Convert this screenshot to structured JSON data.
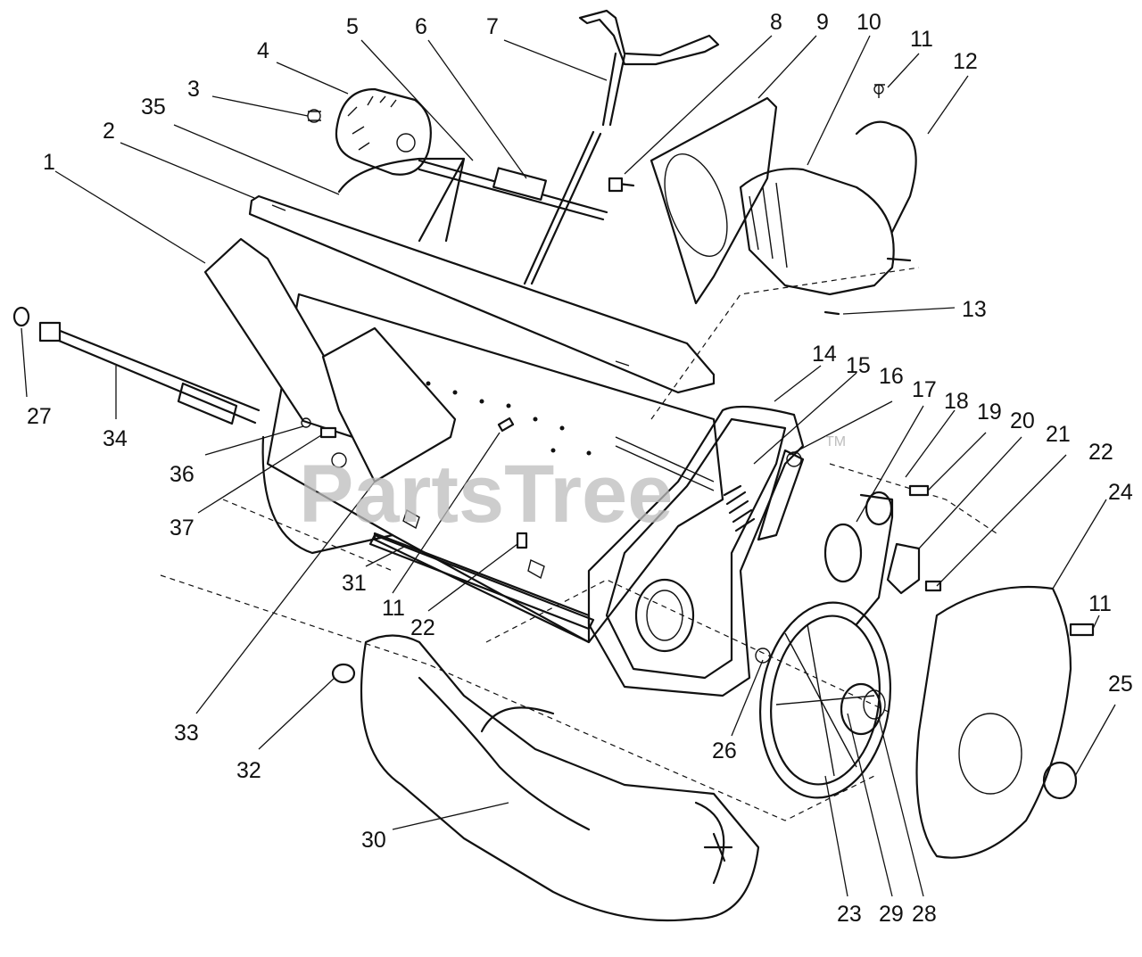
{
  "watermark": {
    "text": "PartsTree",
    "trademark": "TM"
  },
  "callouts": [
    {
      "id": "c1",
      "label": "1"
    },
    {
      "id": "c2",
      "label": "2"
    },
    {
      "id": "c3",
      "label": "3"
    },
    {
      "id": "c4",
      "label": "4"
    },
    {
      "id": "c5",
      "label": "5"
    },
    {
      "id": "c6",
      "label": "6"
    },
    {
      "id": "c7",
      "label": "7"
    },
    {
      "id": "c8",
      "label": "8"
    },
    {
      "id": "c9",
      "label": "9"
    },
    {
      "id": "c10",
      "label": "10"
    },
    {
      "id": "c11a",
      "label": "11"
    },
    {
      "id": "c12",
      "label": "12"
    },
    {
      "id": "c35",
      "label": "35"
    },
    {
      "id": "c13",
      "label": "13"
    },
    {
      "id": "c14",
      "label": "14"
    },
    {
      "id": "c15",
      "label": "15"
    },
    {
      "id": "c16",
      "label": "16"
    },
    {
      "id": "c17",
      "label": "17"
    },
    {
      "id": "c18",
      "label": "18"
    },
    {
      "id": "c19",
      "label": "19"
    },
    {
      "id": "c20",
      "label": "20"
    },
    {
      "id": "c21",
      "label": "21"
    },
    {
      "id": "c22a",
      "label": "22"
    },
    {
      "id": "c24",
      "label": "24"
    },
    {
      "id": "c11b",
      "label": "11"
    },
    {
      "id": "c25",
      "label": "25"
    },
    {
      "id": "c27",
      "label": "27"
    },
    {
      "id": "c34",
      "label": "34"
    },
    {
      "id": "c36",
      "label": "36"
    },
    {
      "id": "c37",
      "label": "37"
    },
    {
      "id": "c31",
      "label": "31"
    },
    {
      "id": "c11c",
      "label": "11"
    },
    {
      "id": "c22b",
      "label": "22"
    },
    {
      "id": "c33",
      "label": "33"
    },
    {
      "id": "c32",
      "label": "32"
    },
    {
      "id": "c26",
      "label": "26"
    },
    {
      "id": "c30",
      "label": "30"
    },
    {
      "id": "c23",
      "label": "23"
    },
    {
      "id": "c29",
      "label": "29"
    },
    {
      "id": "c28",
      "label": "28"
    }
  ]
}
